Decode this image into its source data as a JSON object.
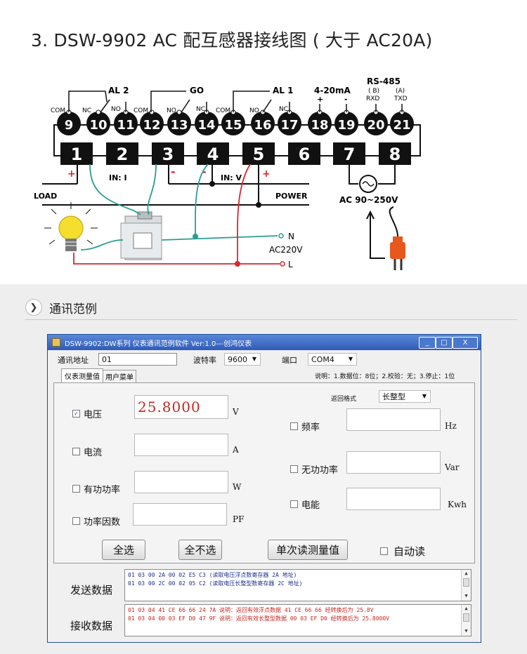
{
  "title": "3. DSW-9902  AC 配互感器接线图 ( 大于 AC20A)",
  "diagram": {
    "relays": [
      {
        "label": "AL 2",
        "com": "COM",
        "nc": "NC",
        "no": "NO"
      },
      {
        "label": "GO",
        "com": "COM",
        "no": "NO",
        "nc": "NC"
      },
      {
        "label": "AL 1",
        "com": "COM",
        "no": "NO",
        "nc": "NC"
      }
    ],
    "current_loop": {
      "label": "4-20mA",
      "plus": "+",
      "minus": "-"
    },
    "rs485": {
      "label": "RS-485",
      "b": "( B)",
      "rxd": "RXD",
      "a": "(A)",
      "txd": "TXD"
    },
    "top_terminals": [
      "9",
      "10",
      "11",
      "12",
      "13",
      "14",
      "15",
      "16",
      "17",
      "18",
      "19",
      "20",
      "21"
    ],
    "bottom_terminals": [
      "1",
      "2",
      "3",
      "4",
      "5",
      "6",
      "7",
      "8"
    ],
    "in_i": "IN: I",
    "in_v": "IN: V",
    "load": "LOAD",
    "power": "POWER",
    "ac_supply": "AC 90~250V",
    "neutral": "N",
    "line": "L",
    "ac220": "AC220V",
    "plus": "+",
    "minus": "-"
  },
  "section_title": "通讯范例",
  "window": {
    "title": "DSW-9902:DW系列 仪表通讯范例软件 Ver:1.0---创鸿仪表",
    "min": "_",
    "max": "□",
    "close": "X",
    "addr_label": "通讯地址",
    "addr_value": "01",
    "baud_label": "波特率",
    "baud_value": "9600",
    "port_label": "端口",
    "port_value": "COM4",
    "note": "说明：1.数据位：8位；2.校验：无；3.停止：1位",
    "tabs": [
      "仪表测量值",
      "用户菜单"
    ],
    "format_label": "返回格式",
    "format_value": "长整型",
    "fields_left": [
      {
        "label": "电压",
        "value": "25.8000",
        "unit": "V",
        "checked": true
      },
      {
        "label": "电流",
        "value": "",
        "unit": "A",
        "checked": false
      },
      {
        "label": "有功功率",
        "value": "",
        "unit": "W",
        "checked": false
      },
      {
        "label": "功率因数",
        "value": "",
        "unit": "PF",
        "checked": false
      }
    ],
    "fields_right": [
      {
        "label": "频率",
        "value": "",
        "unit": "Hz",
        "checked": false
      },
      {
        "label": "无功功率",
        "value": "",
        "unit": "Var",
        "checked": false
      },
      {
        "label": "电能",
        "value": "",
        "unit": "Kwh",
        "checked": false
      }
    ],
    "buttons": {
      "select_all": "全选",
      "deselect_all": "全不选",
      "single_read": "单次读测量值",
      "auto_read": "自动读"
    },
    "send_label": "发送数据",
    "recv_label": "接收数据",
    "send_lines": [
      "01 03 00 2A 00 02 E5 C3   (读取电压浮点数寄存器 2A 地址)",
      "01 03 00 2C 00 02 05 C2   (读取电压长整型数寄存器 2C 地址)"
    ],
    "recv_lines": [
      "01 03 04 41 CE 66 66 24 7A   说明：返回有效浮点数据   41 CE 66 66   经转换后为 25.8V",
      "01 03 04 00 03 EF D0 47 9F   说明：返回有效长整型数据 00 03 EF D0   经转换后为 25.8000V"
    ]
  },
  "colors": {
    "wire_green": "#2a9d8f",
    "wire_red": "#d8262e",
    "plus_minus": "#d8262e",
    "title_bar": "#2f5ab8",
    "value_red": "#c8261e"
  }
}
